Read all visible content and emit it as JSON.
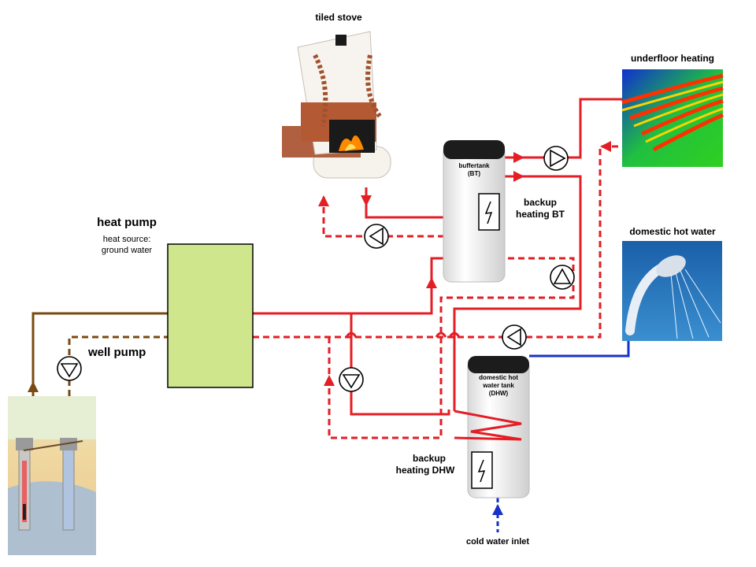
{
  "labels": {
    "tiled_stove": "tiled stove",
    "underfloor_heating": "underfloor heating",
    "domestic_hot_water": "domestic hot water",
    "heat_pump": "heat pump",
    "heat_source_line1": "heat source:",
    "heat_source_line2": "ground water",
    "well_pump": "well pump",
    "buffertank_line1": "buffertank",
    "buffertank_line2": "(BT)",
    "backup_bt_line1": "backup",
    "backup_bt_line2": "heating BT",
    "dhw_tank_line1": "domestic hot",
    "dhw_tank_line2": "water tank",
    "dhw_tank_line3": "(DHW)",
    "backup_dhw_line1": "backup",
    "backup_dhw_line2": "heating DHW",
    "cold_water_inlet": "cold water inlet"
  },
  "colors": {
    "hot_pipe": "#e31e24",
    "ground_water_pipe": "#7a4a12",
    "cold_water_pipe": "#1531c8",
    "heat_pump_fill": "#cfe68c",
    "tank_body": "#f4f4f4",
    "tank_cap": "#1c1c1c"
  }
}
